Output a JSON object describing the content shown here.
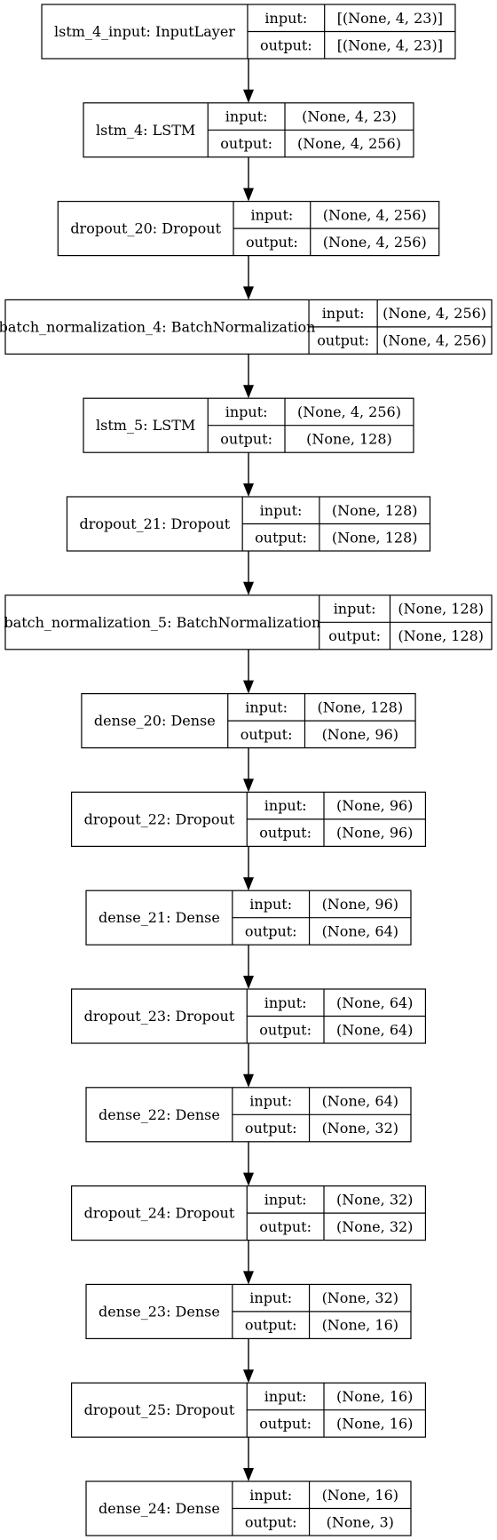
{
  "port_labels": {
    "input": "input:",
    "output": "output:"
  },
  "layers": [
    {
      "name": "lstm_4_input: InputLayer",
      "input": "[(None, 4, 23)]",
      "output": "[(None, 4, 23)]"
    },
    {
      "name": "lstm_4: LSTM",
      "input": "(None, 4, 23)",
      "output": "(None, 4, 256)"
    },
    {
      "name": "dropout_20: Dropout",
      "input": "(None, 4, 256)",
      "output": "(None, 4, 256)"
    },
    {
      "name": "batch_normalization_4: BatchNormalization",
      "input": "(None, 4, 256)",
      "output": "(None, 4, 256)"
    },
    {
      "name": "lstm_5: LSTM",
      "input": "(None, 4, 256)",
      "output": "(None, 128)"
    },
    {
      "name": "dropout_21: Dropout",
      "input": "(None, 128)",
      "output": "(None, 128)"
    },
    {
      "name": "batch_normalization_5: BatchNormalization",
      "input": "(None, 128)",
      "output": "(None, 128)"
    },
    {
      "name": "dense_20: Dense",
      "input": "(None, 128)",
      "output": "(None, 96)"
    },
    {
      "name": "dropout_22: Dropout",
      "input": "(None, 96)",
      "output": "(None, 96)"
    },
    {
      "name": "dense_21: Dense",
      "input": "(None, 96)",
      "output": "(None, 64)"
    },
    {
      "name": "dropout_23: Dropout",
      "input": "(None, 64)",
      "output": "(None, 64)"
    },
    {
      "name": "dense_22: Dense",
      "input": "(None, 64)",
      "output": "(None, 32)"
    },
    {
      "name": "dropout_24: Dropout",
      "input": "(None, 32)",
      "output": "(None, 32)"
    },
    {
      "name": "dense_23: Dense",
      "input": "(None, 32)",
      "output": "(None, 16)"
    },
    {
      "name": "dropout_25: Dropout",
      "input": "(None, 16)",
      "output": "(None, 16)"
    },
    {
      "name": "dense_24: Dense",
      "input": "(None, 16)",
      "output": "(None, 3)"
    }
  ]
}
